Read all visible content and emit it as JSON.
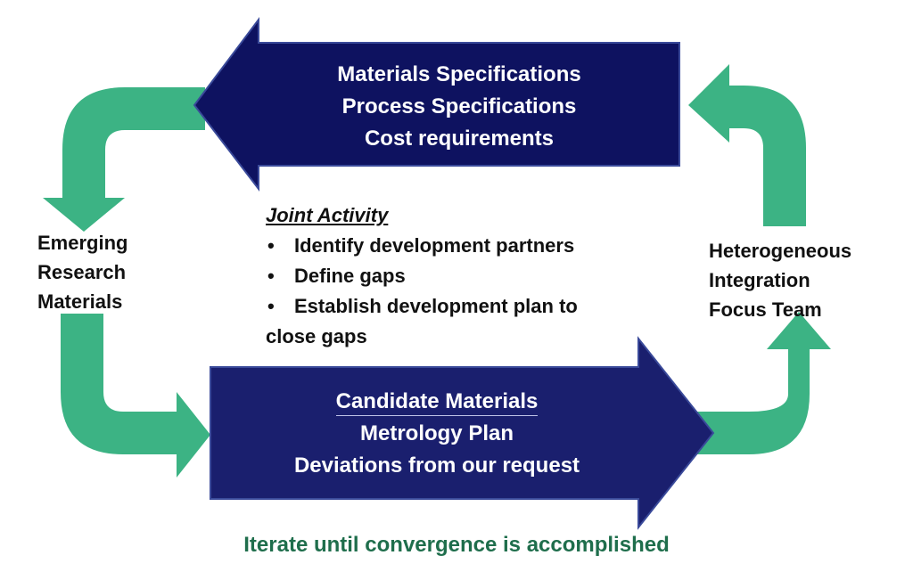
{
  "colors": {
    "feedback_arrow": "#0e1260",
    "flow_arrow": "#1a1f6e",
    "loop_arrow": "#3cb384",
    "text_dark": "#111111",
    "footer_text": "#1f6e4c",
    "on_arrow_text": "#ffffff"
  },
  "top_arrow": {
    "lines": [
      "Materials Specifications",
      "Process Specifications",
      "Cost requirements"
    ]
  },
  "bottom_arrow": {
    "lines": [
      "Candidate  Materials",
      "Metrology Plan",
      "Deviations from our request"
    ]
  },
  "left_label": {
    "lines": [
      "Emerging",
      "Research",
      "Materials"
    ]
  },
  "right_label": {
    "lines": [
      "Heterogeneous",
      "Integration",
      "Focus Team"
    ]
  },
  "joint_activity": {
    "title": "Joint Activity",
    "bullets": [
      "Identify development partners",
      "Define gaps",
      "Establish development plan to"
    ],
    "continuation": "close gaps"
  },
  "footer": "Iterate until convergence is accomplished"
}
